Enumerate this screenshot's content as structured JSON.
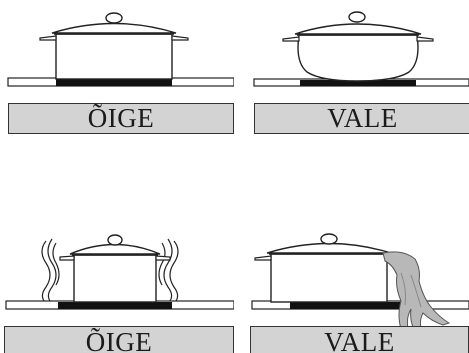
{
  "figure": {
    "panels": [
      {
        "label": "ÕIGE"
      },
      {
        "label": "VALE"
      },
      {
        "label": "ÕIGE"
      },
      {
        "label": "VALE"
      }
    ]
  },
  "colors": {
    "line": "#222222",
    "hob": "#111111",
    "label_fill": "#d3d3d3",
    "steam": "#999999"
  },
  "icons": {
    "pot": "cooking-pot-icon",
    "hob": "cooktop-icon",
    "heat": "heat-waves-icon",
    "boil_over": "boil-over-icon"
  }
}
